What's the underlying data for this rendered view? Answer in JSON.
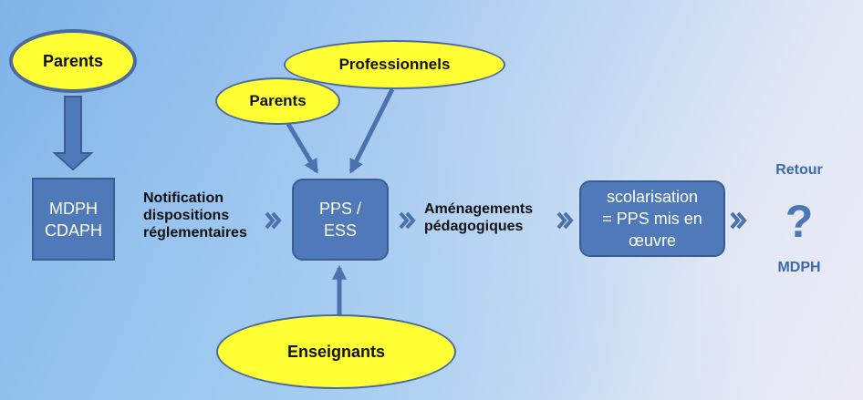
{
  "ellipses": {
    "parents_top": "Parents",
    "professionnels": "Professionnels",
    "parents_mid": "Parents",
    "enseignants": "Enseignants"
  },
  "boxes": {
    "mdph": {
      "line1": "MDPH",
      "line2": "CDAPH"
    },
    "pps": {
      "line1": "PPS /",
      "line2": "ESS"
    },
    "scolarisation": {
      "line1": "scolarisation",
      "line2": "= PPS mis en",
      "line3": "œuvre"
    }
  },
  "labels": {
    "notification": {
      "line1": "Notification",
      "line2": "dispositions",
      "line3": "réglementaires"
    },
    "amenagements": {
      "line1": "Aménagements",
      "line2": "pédagogiques"
    }
  },
  "retour": {
    "top": "Retour",
    "mark": "?",
    "bottom": "MDPH"
  },
  "colors": {
    "ellipse_fill": "#ffff33",
    "box_fill": "#4f79b8",
    "arrow": "#4a72ad",
    "chevron": "#4a72ad"
  }
}
